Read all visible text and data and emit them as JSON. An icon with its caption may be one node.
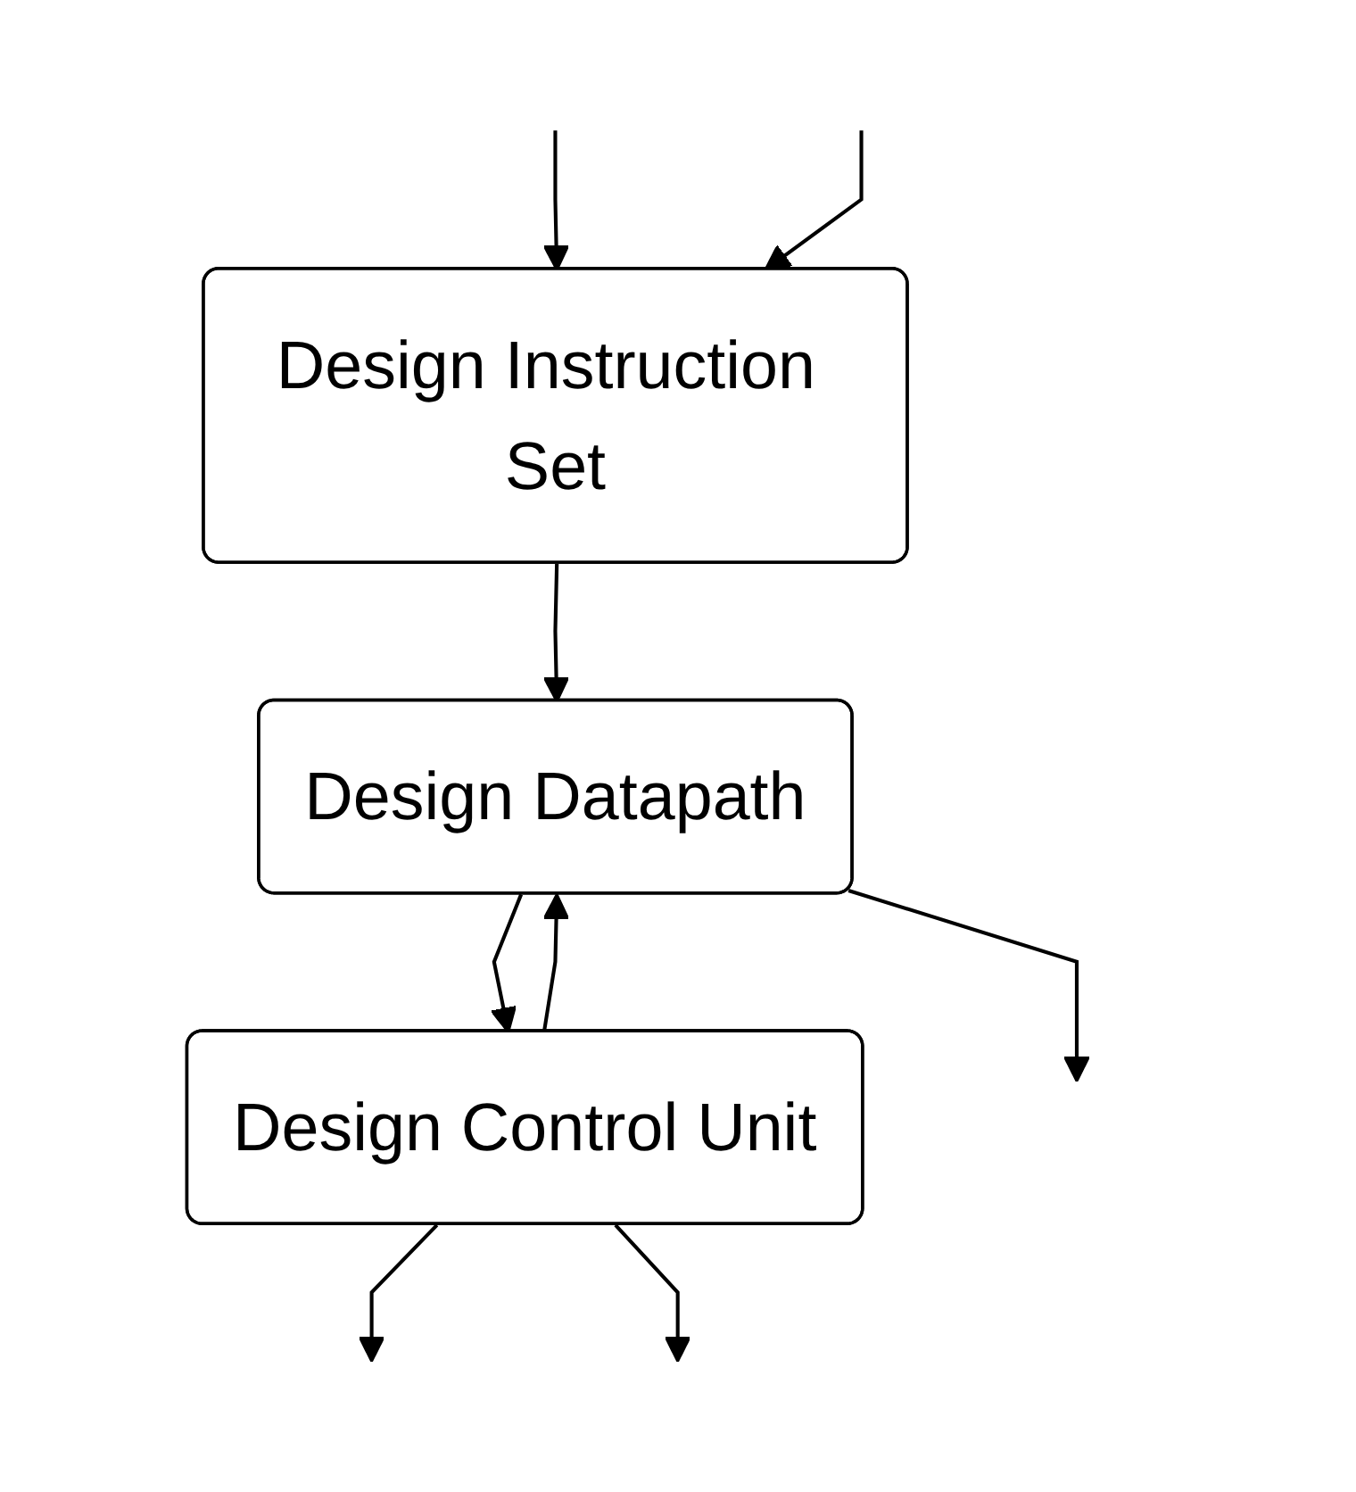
{
  "diagram": {
    "nodes": [
      {
        "text": [
          "Design Instruction Set"
        ]
      },
      {
        "text": [
          "Design Datapath"
        ]
      },
      {
        "text": [
          "Design Control Unit"
        ]
      }
    ],
    "edges": [
      {
        "from": null,
        "to": 0,
        "arrow": "to"
      },
      {
        "from": null,
        "to": 0,
        "arrow": "to"
      },
      {
        "from": 0,
        "to": 1,
        "arrow": "to"
      },
      {
        "from": 2,
        "to": 1,
        "arrow": "to"
      },
      {
        "from": 1,
        "to": 2,
        "arrow": "to"
      },
      {
        "from": 1,
        "to": null,
        "arrow": "to"
      },
      {
        "from": 2,
        "to": null,
        "arrow": "to"
      },
      {
        "from": 2,
        "to": null,
        "arrow": "to"
      }
    ]
  }
}
